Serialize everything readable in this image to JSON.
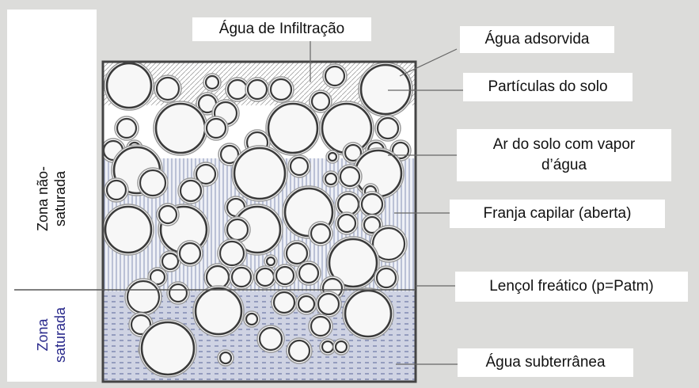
{
  "labels": {
    "top": "Água de Infiltração",
    "adsorbed": "Água adsorvida",
    "particles": "Partículas do solo",
    "air_line1": "Ar do solo com vapor",
    "air_line2": "d’água",
    "capillary": "Franja capilar (aberta)",
    "water_table": "Lençol freático (p=Patm)",
    "groundwater": "Água subterrânea"
  },
  "zones": {
    "unsaturated_line1": "Zona não-",
    "unsaturated_line2": "saturada",
    "saturated_line1": "Zona",
    "saturated_line2": "saturada"
  },
  "colors": {
    "saturated_label": "#2a2a8c",
    "background": "#dcdcda",
    "saturated_fill": "#cfd3e3",
    "capillary_fill": "#e8eaf2"
  }
}
